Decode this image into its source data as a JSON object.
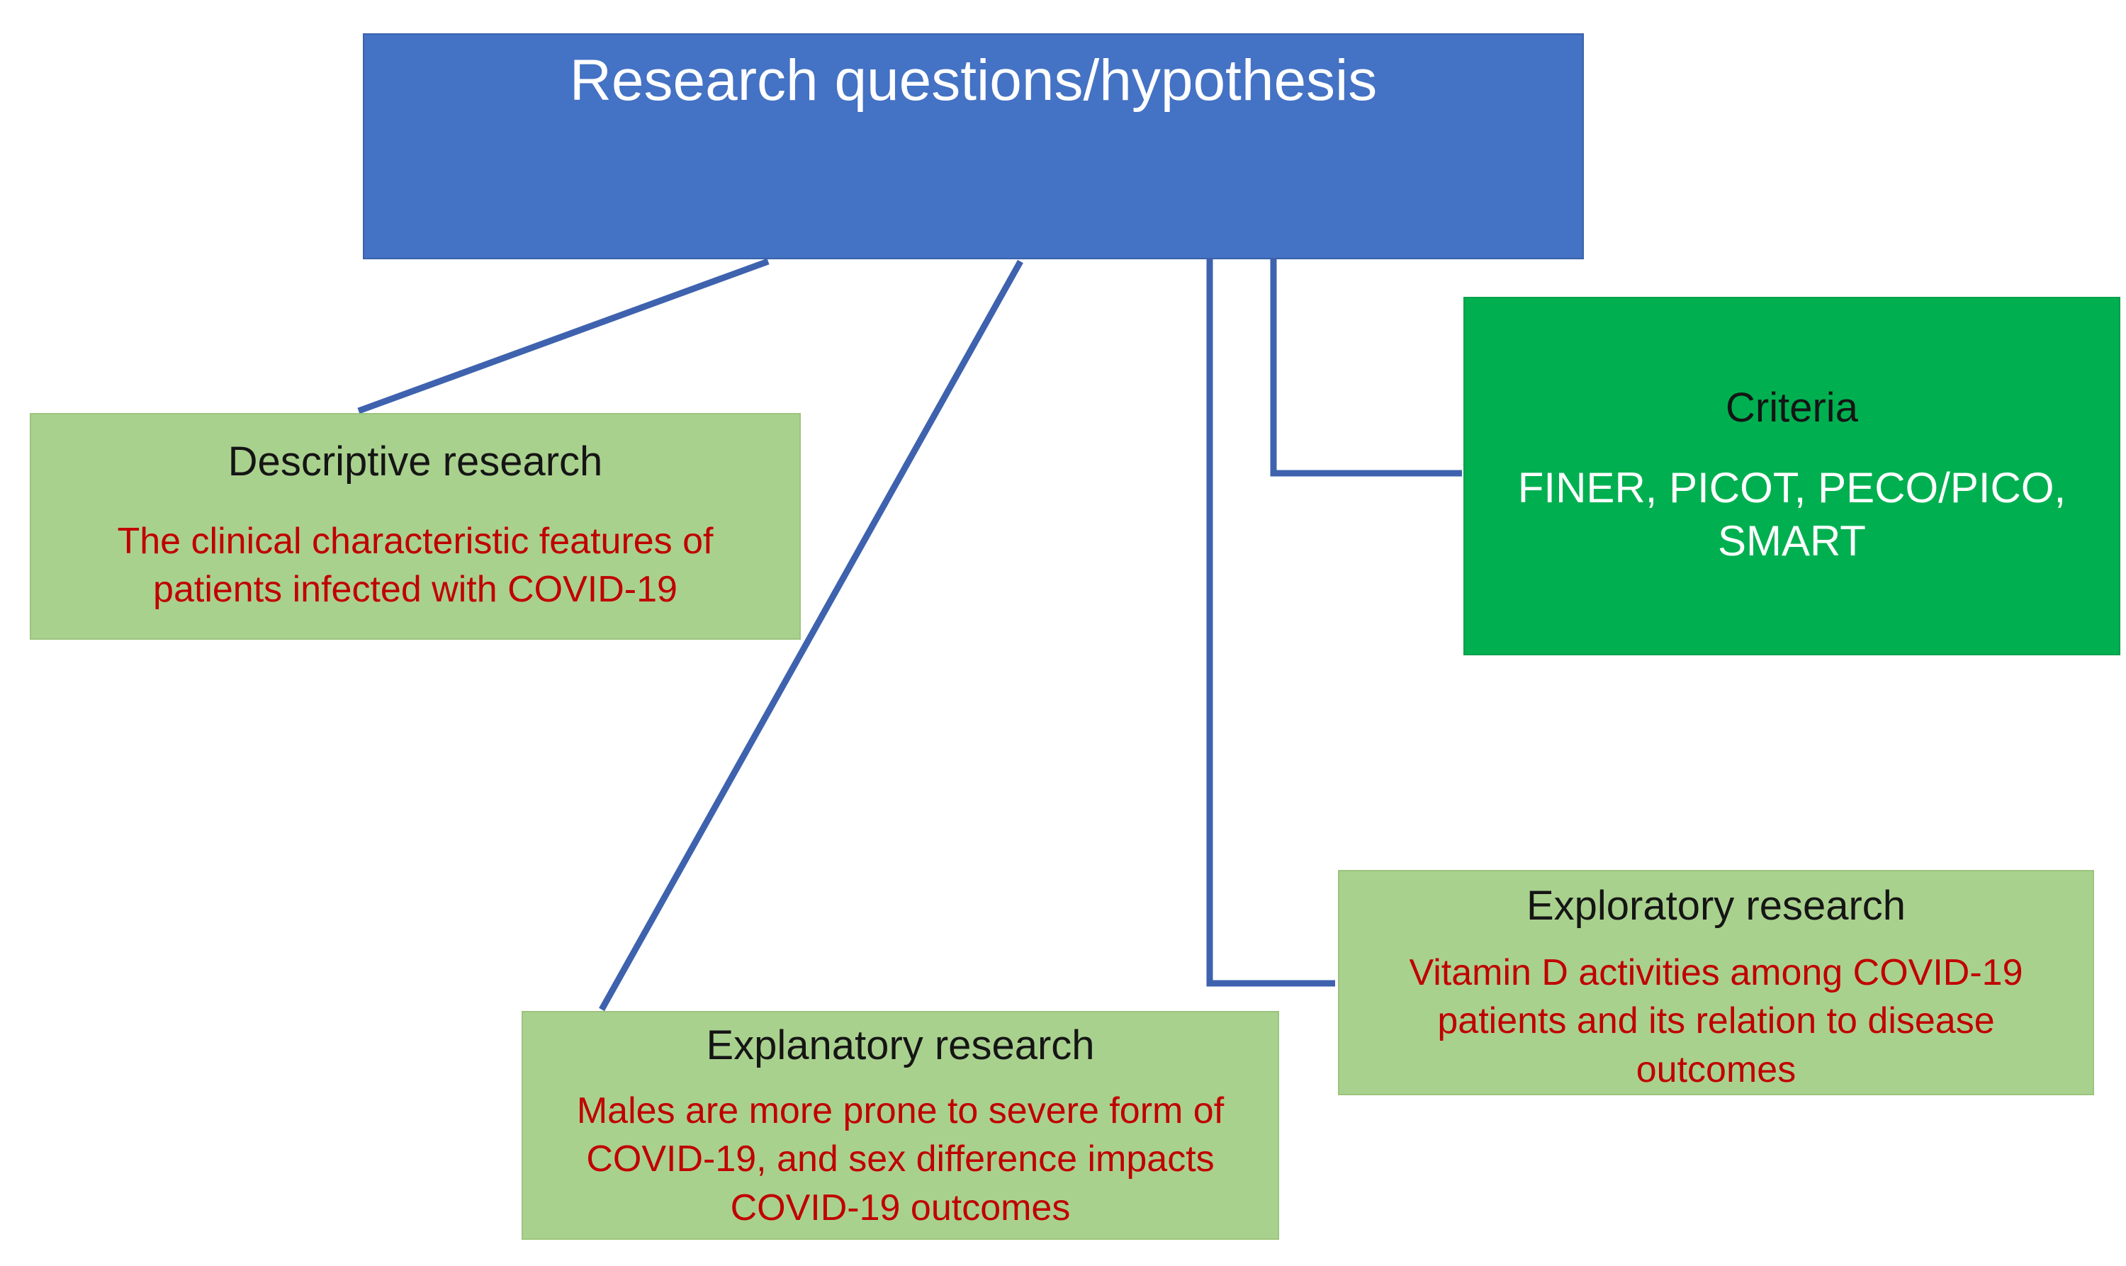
{
  "colors": {
    "background": "#FFFFFF",
    "title_box_fill": "#4472C4",
    "light_green_fill": "#A9D18E",
    "dark_green_fill": "#00B050",
    "connector": "#3E62AE",
    "red_text": "#C00000",
    "black_text": "#151515",
    "white_text": "#FFFFFF"
  },
  "title_box": {
    "label": "Research questions/hypothesis"
  },
  "boxes": {
    "descriptive": {
      "title": "Descriptive research",
      "body_lines": [
        "The clinical characteristic features of",
        "patients infected with COVID-19"
      ]
    },
    "criteria": {
      "title": "Criteria",
      "body_lines": [
        "FINER, PICOT, PECO/PICO,",
        "SMART"
      ]
    },
    "exploratory": {
      "title": "Exploratory research",
      "body_lines": [
        "Vitamin D activities among COVID-19",
        "patients and its relation to disease",
        "outcomes"
      ]
    },
    "explanatory": {
      "title": "Explanatory research",
      "body_lines": [
        "Males are more prone to severe form of",
        "COVID-19, and sex difference impacts",
        "COVID-19 outcomes"
      ]
    }
  }
}
